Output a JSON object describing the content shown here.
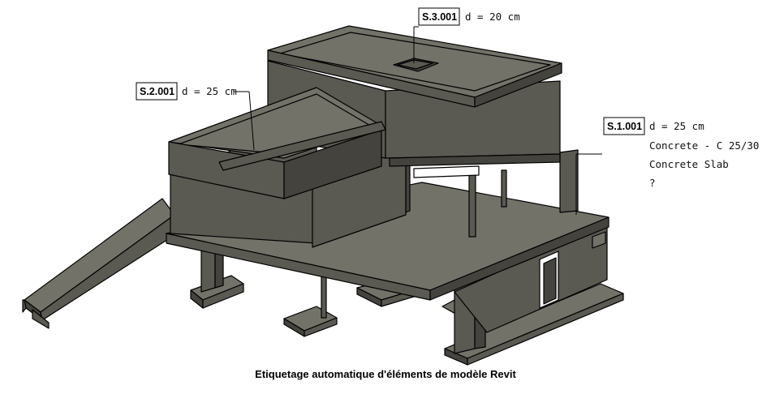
{
  "tags": [
    {
      "id": "S.3.001",
      "lines": [
        "d = 20 cm"
      ]
    },
    {
      "id": "S.2.001",
      "lines": [
        "d = 25 cm"
      ]
    },
    {
      "id": "S.1.001",
      "lines": [
        "d = 25 cm",
        "Concrete - C 25/30",
        "Concrete Slab",
        "?"
      ]
    }
  ],
  "caption": "Etiquetage automatique d'éléments de modèle Revit",
  "colors": {
    "top": "#737269",
    "side": "#5a5952",
    "dark": "#44433e",
    "edge": "#000000"
  }
}
